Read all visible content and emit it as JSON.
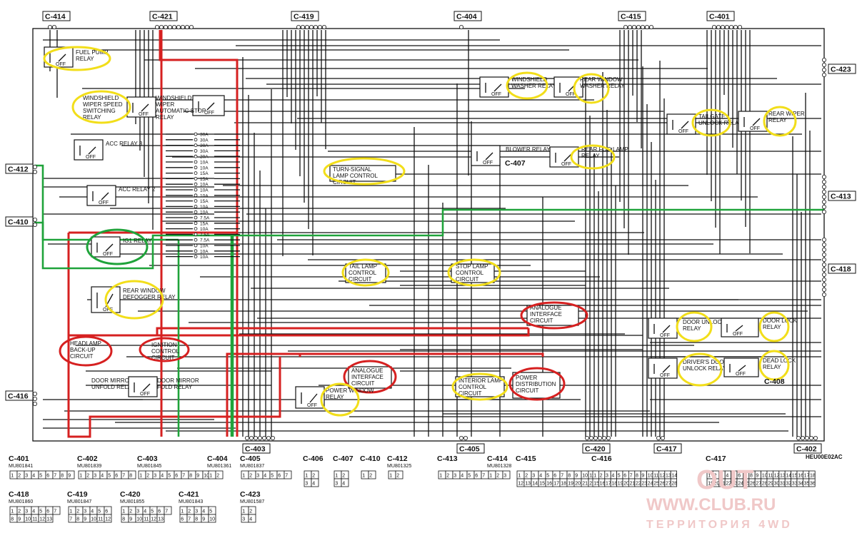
{
  "connectors": {
    "top": [
      "C-414",
      "C-421",
      "C-419",
      "C-404",
      "C-415",
      "C-401"
    ],
    "left": [
      "C-412",
      "C-410",
      "C-416"
    ],
    "right": [
      "C-423",
      "C-413",
      "C-418"
    ],
    "bottom": [
      "C-403",
      "C-405",
      "C-420",
      "C-417",
      "C-402"
    ]
  },
  "components": [
    {
      "id": "fuel_pump",
      "label": "FUEL PUMP RELAY",
      "hl": "yellow"
    },
    {
      "id": "ws_wiper_speed",
      "label": "WINDSHIELD WIPER SPEED SWITCHING RELAY",
      "hl": "yellow"
    },
    {
      "id": "ws_wiper_auto",
      "label": "WINDSHIELD WIPER AUTOMATIC STOP RELAY",
      "hl": "none"
    },
    {
      "id": "acc3",
      "label": "ACC RELAY 3",
      "hl": "none"
    },
    {
      "id": "acc2",
      "label": "ACC RELAY 2",
      "hl": "none"
    },
    {
      "id": "ig1",
      "label": "IG1 RELAY",
      "hl": "green"
    },
    {
      "id": "rear_defog",
      "label": "REAR WINDOW DEFOGGER RELAY",
      "hl": "yellow"
    },
    {
      "id": "headlamp",
      "label": "HEADLAMP BACK-UP CIRCUIT",
      "hl": "red"
    },
    {
      "id": "ign_ctrl",
      "label": "IGNITION CONTROL CIRCUIT",
      "hl": "red"
    },
    {
      "id": "mirror_unfold",
      "label": "DOOR MIRROR UNFOLD RELAY",
      "hl": "none"
    },
    {
      "id": "mirror_fold",
      "label": "DOOR MIRROR FOLD RELAY",
      "hl": "none"
    },
    {
      "id": "turn_signal",
      "label": "TURN-SIGNAL LAMP CONTROL CIRCUIT",
      "hl": "yellow"
    },
    {
      "id": "tail_lamp",
      "label": "TAIL LAMP CONTROL CIRCUIT",
      "hl": "yellow"
    },
    {
      "id": "analogue1",
      "label": "ANALOGUE INTERFACE CIRCUIT",
      "hl": "red"
    },
    {
      "id": "power_window",
      "label": "POWER WINDOW RELAY",
      "hl": "yellow"
    },
    {
      "id": "ws_washer",
      "label": "WINDSHIELD WASHER RELAY",
      "hl": "yellow"
    },
    {
      "id": "rear_washer",
      "label": "REAR WINDOW WASHER RELAY",
      "hl": "yellow"
    },
    {
      "id": "blower",
      "label": "BLOWER RELAY",
      "hl": "none"
    },
    {
      "id": "rear_fog",
      "label": "REAR FOG LAMP RELAY",
      "hl": "yellow"
    },
    {
      "id": "stop_lamp",
      "label": "STOP LAMP CONTROL CIRCUIT",
      "hl": "yellow"
    },
    {
      "id": "analogue2",
      "label": "ANALOGUE INTERFACE CIRCUIT",
      "hl": "red"
    },
    {
      "id": "interior_lamp",
      "label": "INTERIOR LAMP CONTROL CIRCUIT",
      "hl": "yellow"
    },
    {
      "id": "power_dist",
      "label": "POWER DISTRIBUTION CIRCUIT",
      "hl": "red"
    },
    {
      "id": "tailgate",
      "label": "TAILGATE UNLOCK RELAY",
      "hl": "yellow"
    },
    {
      "id": "rear_wiper",
      "label": "REAR WIPER RELAY",
      "hl": "yellow"
    },
    {
      "id": "door_unlock",
      "label": "DOOR UNLOCK RELAY",
      "hl": "yellow"
    },
    {
      "id": "door_lock",
      "label": "DOOR LOCK RELAY",
      "hl": "yellow"
    },
    {
      "id": "drv_unlock",
      "label": "DRIVER'S DOOR UNLOCK RELAY",
      "hl": "yellow"
    },
    {
      "id": "dead_lock",
      "label": "DEAD LOCK RELAY",
      "hl": "yellow"
    }
  ],
  "fuses": [
    "30A",
    "30A",
    "30A",
    "30A",
    "20A",
    "10A",
    "10A",
    "15A",
    "15A",
    "10A",
    "10A",
    "10A",
    "15A",
    "10A",
    "10A",
    "7.5A",
    "15A",
    "10A",
    "7.5A",
    "7.5A",
    "10A",
    "10A",
    "10A"
  ],
  "inline_labels": {
    "c407": "C-407",
    "c408": "C-408",
    "diagram_code": "HEU00E02AC"
  },
  "legend": [
    {
      "id": "C-401",
      "part": "MU801841",
      "cells": [
        "1",
        "2",
        "3",
        "4",
        "5",
        "6",
        "7",
        "8",
        "9"
      ]
    },
    {
      "id": "C-402",
      "part": "MU801839",
      "cells": [
        "1",
        "2",
        "3",
        "4",
        "5",
        "6",
        "7",
        "8"
      ]
    },
    {
      "id": "C-403",
      "part": "MU801845",
      "cells": [
        "1",
        "2",
        "3",
        "4",
        "5",
        "6",
        "7",
        "8",
        "9",
        "10"
      ]
    },
    {
      "id": "C-404",
      "part": "MU801361",
      "cells": [
        "1",
        "2"
      ]
    },
    {
      "id": "C-405",
      "part": "MU801837",
      "cells": [
        "1",
        "2",
        "3",
        "4",
        "5",
        "6",
        "7"
      ]
    },
    {
      "id": "C-406",
      "part": "",
      "cells": [
        "1",
        "2",
        "3",
        "4"
      ]
    },
    {
      "id": "C-407",
      "part": "",
      "cells": [
        "1",
        "2",
        "3",
        "4"
      ]
    },
    {
      "id": "C-410",
      "part": "",
      "cells": [
        "1",
        "2"
      ]
    },
    {
      "id": "C-412",
      "part": "MU801325",
      "cells": [
        "1",
        "2"
      ]
    },
    {
      "id": "C-413",
      "part": "",
      "cells": [
        "1",
        "2",
        "3",
        "4",
        "5",
        "6",
        "7",
        "8"
      ]
    },
    {
      "id": "C-414",
      "part": "MU801328",
      "cells": [
        "1",
        "2",
        "3"
      ]
    },
    {
      "id": "C-415",
      "part": "",
      "cells": [
        "1",
        "2",
        "3",
        "4",
        "5",
        "6",
        "7",
        "8",
        "9",
        "10",
        "11",
        "12",
        "13",
        "14",
        "15",
        "16",
        "17",
        "18",
        "19",
        "20",
        "21",
        "22"
      ]
    },
    {
      "id": "C-416",
      "part": "",
      "cells": [
        "1",
        "2",
        "3",
        "4",
        "5",
        "6",
        "7",
        "8",
        "9",
        "10",
        "11",
        "12",
        "13",
        "14",
        "15",
        "16",
        "17",
        "18",
        "19",
        "20",
        "21",
        "22",
        "23",
        "24",
        "25",
        "26",
        "27",
        "28"
      ]
    },
    {
      "id": "C-417",
      "part": "",
      "cells": [
        "1",
        "2",
        "3",
        "4",
        "5",
        "6",
        "7",
        "8",
        "9",
        "10",
        "11",
        "12",
        "13",
        "14",
        "15",
        "16",
        "17",
        "18",
        "19",
        "20",
        "21",
        "22",
        "23",
        "24",
        "25",
        "26",
        "27",
        "28",
        "29",
        "30",
        "31",
        "32",
        "33",
        "34",
        "35",
        "36"
      ]
    },
    {
      "id": "C-418",
      "part": "MU801860",
      "cells": [
        "1",
        "2",
        "3",
        "4",
        "5",
        "6",
        "7",
        "8",
        "9",
        "10",
        "11",
        "12",
        "13"
      ]
    },
    {
      "id": "C-419",
      "part": "MU801847",
      "cells": [
        "1",
        "2",
        "3",
        "4",
        "5",
        "6",
        "7",
        "8",
        "9",
        "10",
        "11",
        "12"
      ]
    },
    {
      "id": "C-420",
      "part": "MU801855",
      "cells": [
        "1",
        "2",
        "3",
        "4",
        "5",
        "6",
        "7",
        "8",
        "9",
        "10",
        "11",
        "12",
        "13"
      ]
    },
    {
      "id": "C-421",
      "part": "MU801843",
      "cells": [
        "1",
        "2",
        "3",
        "4",
        "5",
        "6",
        "7",
        "8",
        "9",
        "10"
      ]
    },
    {
      "id": "C-423",
      "part": "MU801587",
      "cells": [
        "1",
        "2",
        "3",
        "4"
      ]
    }
  ],
  "watermark": {
    "line1": "OUT",
    "line2": "WWW.CLUB.RU",
    "line3": "ТЕРРИТОРИЯ 4WD"
  }
}
